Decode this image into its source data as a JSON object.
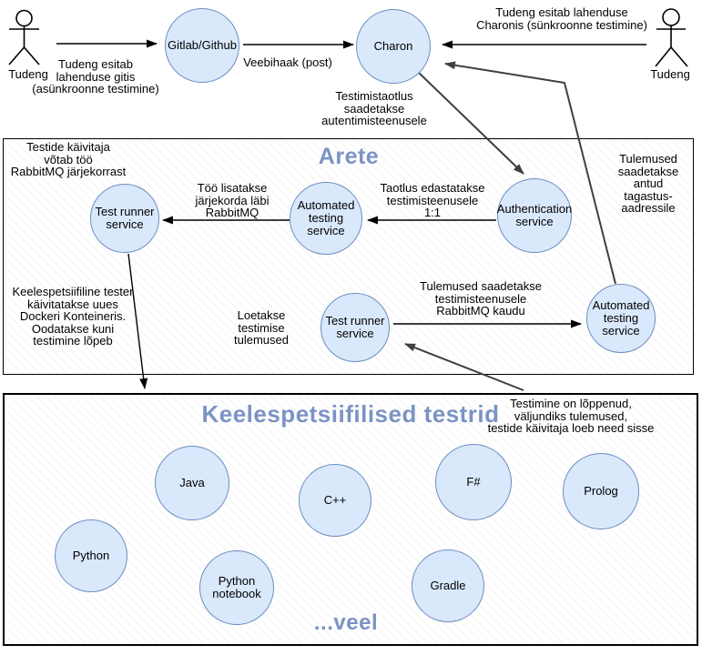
{
  "diagram_title": "Arete testing architecture diagram",
  "colors": {
    "node_fill": "#dae8fc",
    "node_border": "#6c8ebf",
    "heading_blue": "#7b93c5",
    "line_black": "#000000",
    "line_gray": "#3f3f3f"
  },
  "actors": {
    "student_left": {
      "label": "Tudeng"
    },
    "student_right": {
      "label": "Tudeng"
    }
  },
  "containers": {
    "arete": {
      "title": "Arete"
    },
    "languages": {
      "title": "Keelespetsiifilised testrid",
      "more": "...veel"
    }
  },
  "nodes": {
    "gitlab": {
      "label": "Gitlab/Github"
    },
    "charon": {
      "label": "Charon"
    },
    "test_runner_1": {
      "label": "Test runner\nservice"
    },
    "automated_testing_1": {
      "label": "Automated\ntesting\nservice"
    },
    "authentication": {
      "label": "Authentication\nservice"
    },
    "test_runner_2": {
      "label": "Test runner\nservice"
    },
    "automated_testing_2": {
      "label": "Automated\ntesting\nservice"
    },
    "java": {
      "label": "Java"
    },
    "cpp": {
      "label": "C++"
    },
    "fsharp": {
      "label": "F#"
    },
    "prolog": {
      "label": "Prolog"
    },
    "python": {
      "label": "Python"
    },
    "python_notebook": {
      "label": "Python\nnotebook"
    },
    "gradle": {
      "label": "Gradle"
    }
  },
  "labels": {
    "git_submit": "Tudeng esitab\nlahenduse gitis\n(asünkroonne testimine)",
    "webhook": "Veebihaak (post)",
    "charon_submit": "Tudeng esitab lahenduse\nCharonis (sünkroonne testimine)",
    "test_request": "Testimistaotlus\nsaadetakse\nautentimisteenusele",
    "take_job": "Testide käivitaja\nvõtab töö\nRabbitMQ järjekorrast",
    "add_queue": "Töö lisatakse\njärjekorda läbi\nRabbitMQ",
    "forward_request": "Taotlus edastatakse\ntestimisteenusele\n1:1",
    "results_address": "Tulemused\nsaadetakse\nantud\ntagastus-\naadressile",
    "docker_note": "Keelespetsiifiline tester\nkäivitatakse uues\nDockeri Konteineris.\nOodatakse kuni\ntestimine lõpeb",
    "read_results": "Loetakse\ntestimise\ntulemused",
    "send_results": "Tulemused saadetakse\ntestimisteenusele\nRabbitMQ kaudu",
    "tests_done": "Testimine on lõppenud,\nväljundiks tulemused,\ntestide käivitaja loeb need sisse"
  }
}
